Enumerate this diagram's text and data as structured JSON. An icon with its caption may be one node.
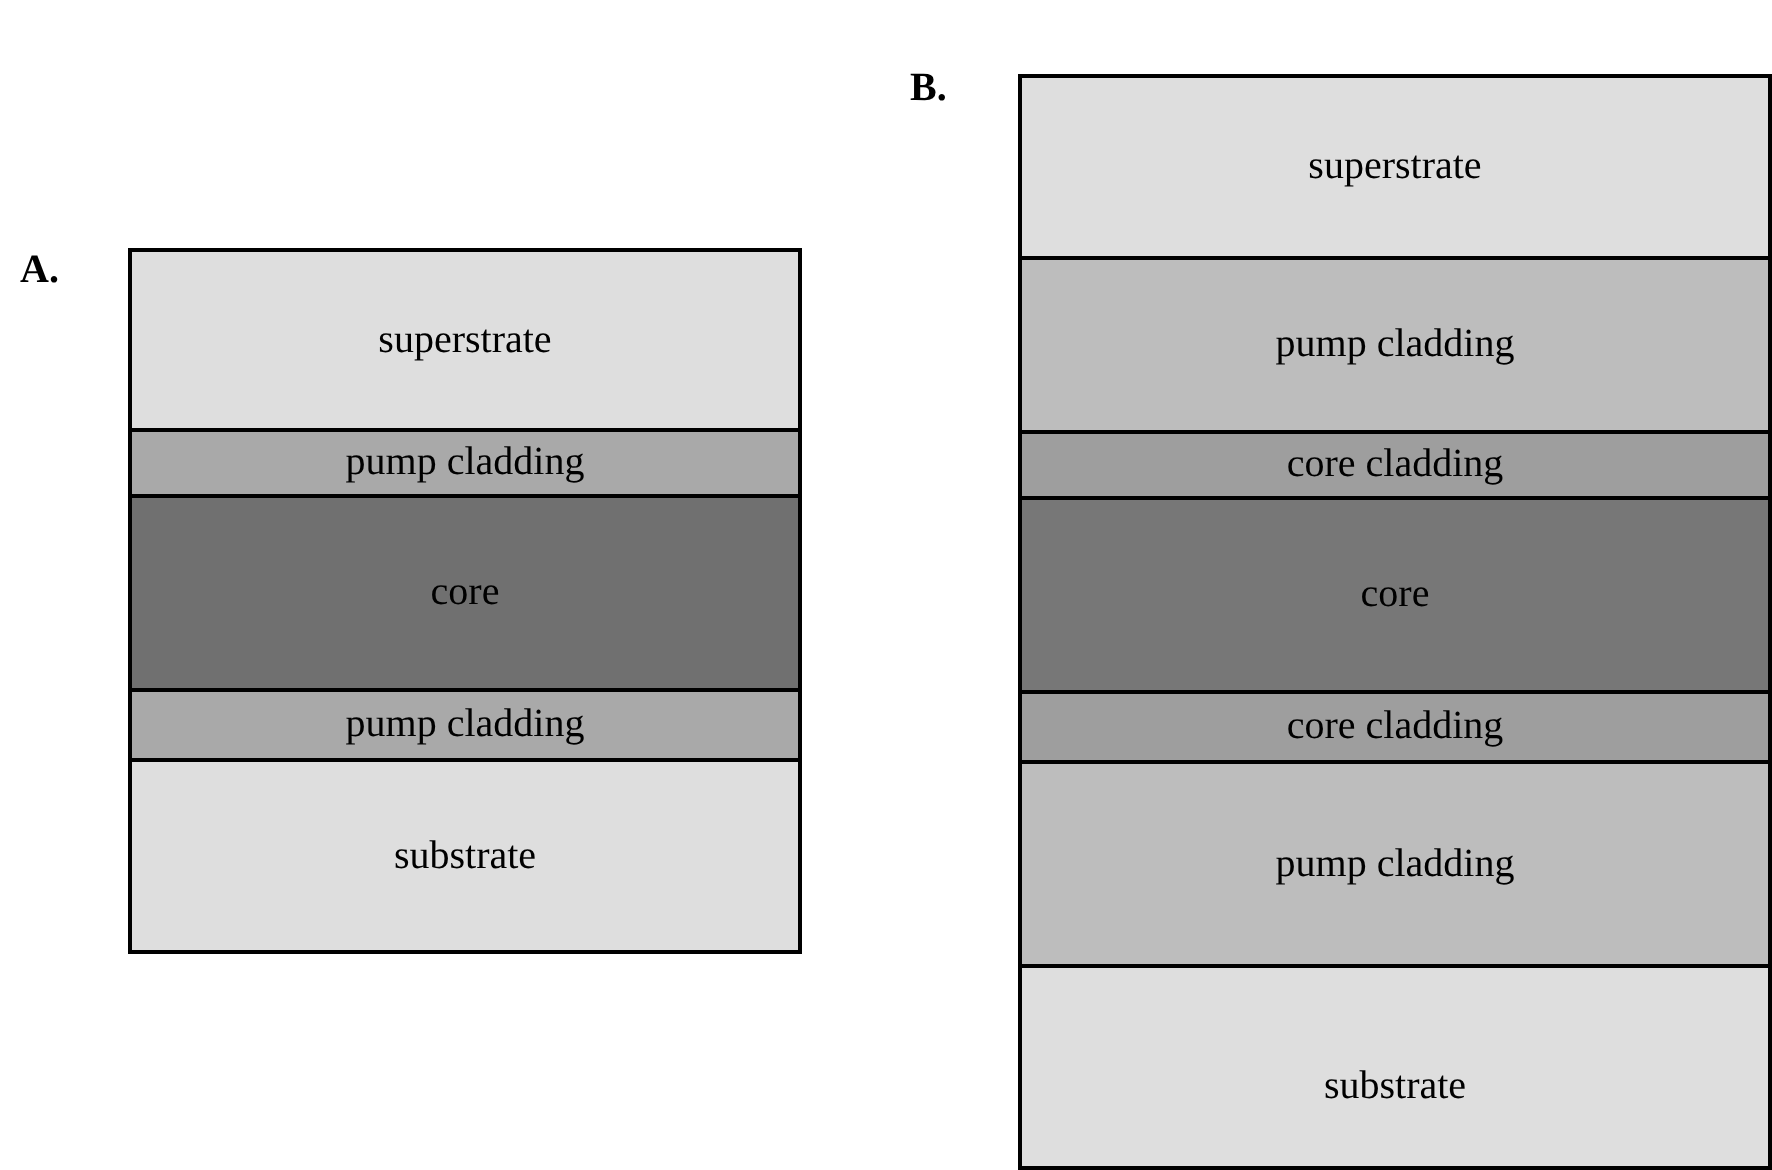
{
  "diagram": {
    "nodes": [
      {
        "text": [],
        "shape": "box"
      },
      {
        "text": [
          "superstrate"
        ],
        "in": 0
      },
      {
        "text": [
          "pump cladding"
        ],
        "in": 0
      },
      {
        "text": [
          "core"
        ],
        "in": 0
      },
      {
        "text": [
          "pump cladding"
        ],
        "in": 0
      },
      {
        "text": [
          "substrate"
        ],
        "in": 0
      },
      {
        "text": [],
        "shape": "box"
      },
      {
        "text": [
          "superstrate"
        ],
        "in": 6
      },
      {
        "text": [
          "pump cladding"
        ],
        "in": 6
      },
      {
        "text": [
          "core cladding"
        ],
        "in": 6
      },
      {
        "text": [
          "core"
        ],
        "in": 6
      },
      {
        "text": [
          "core cladding"
        ],
        "in": 6
      },
      {
        "text": [
          "pump cladding"
        ],
        "in": 6
      },
      {
        "text": [
          "substrate"
        ],
        "in": 6
      }
    ],
    "labels": [
      "A.",
      "B."
    ]
  }
}
